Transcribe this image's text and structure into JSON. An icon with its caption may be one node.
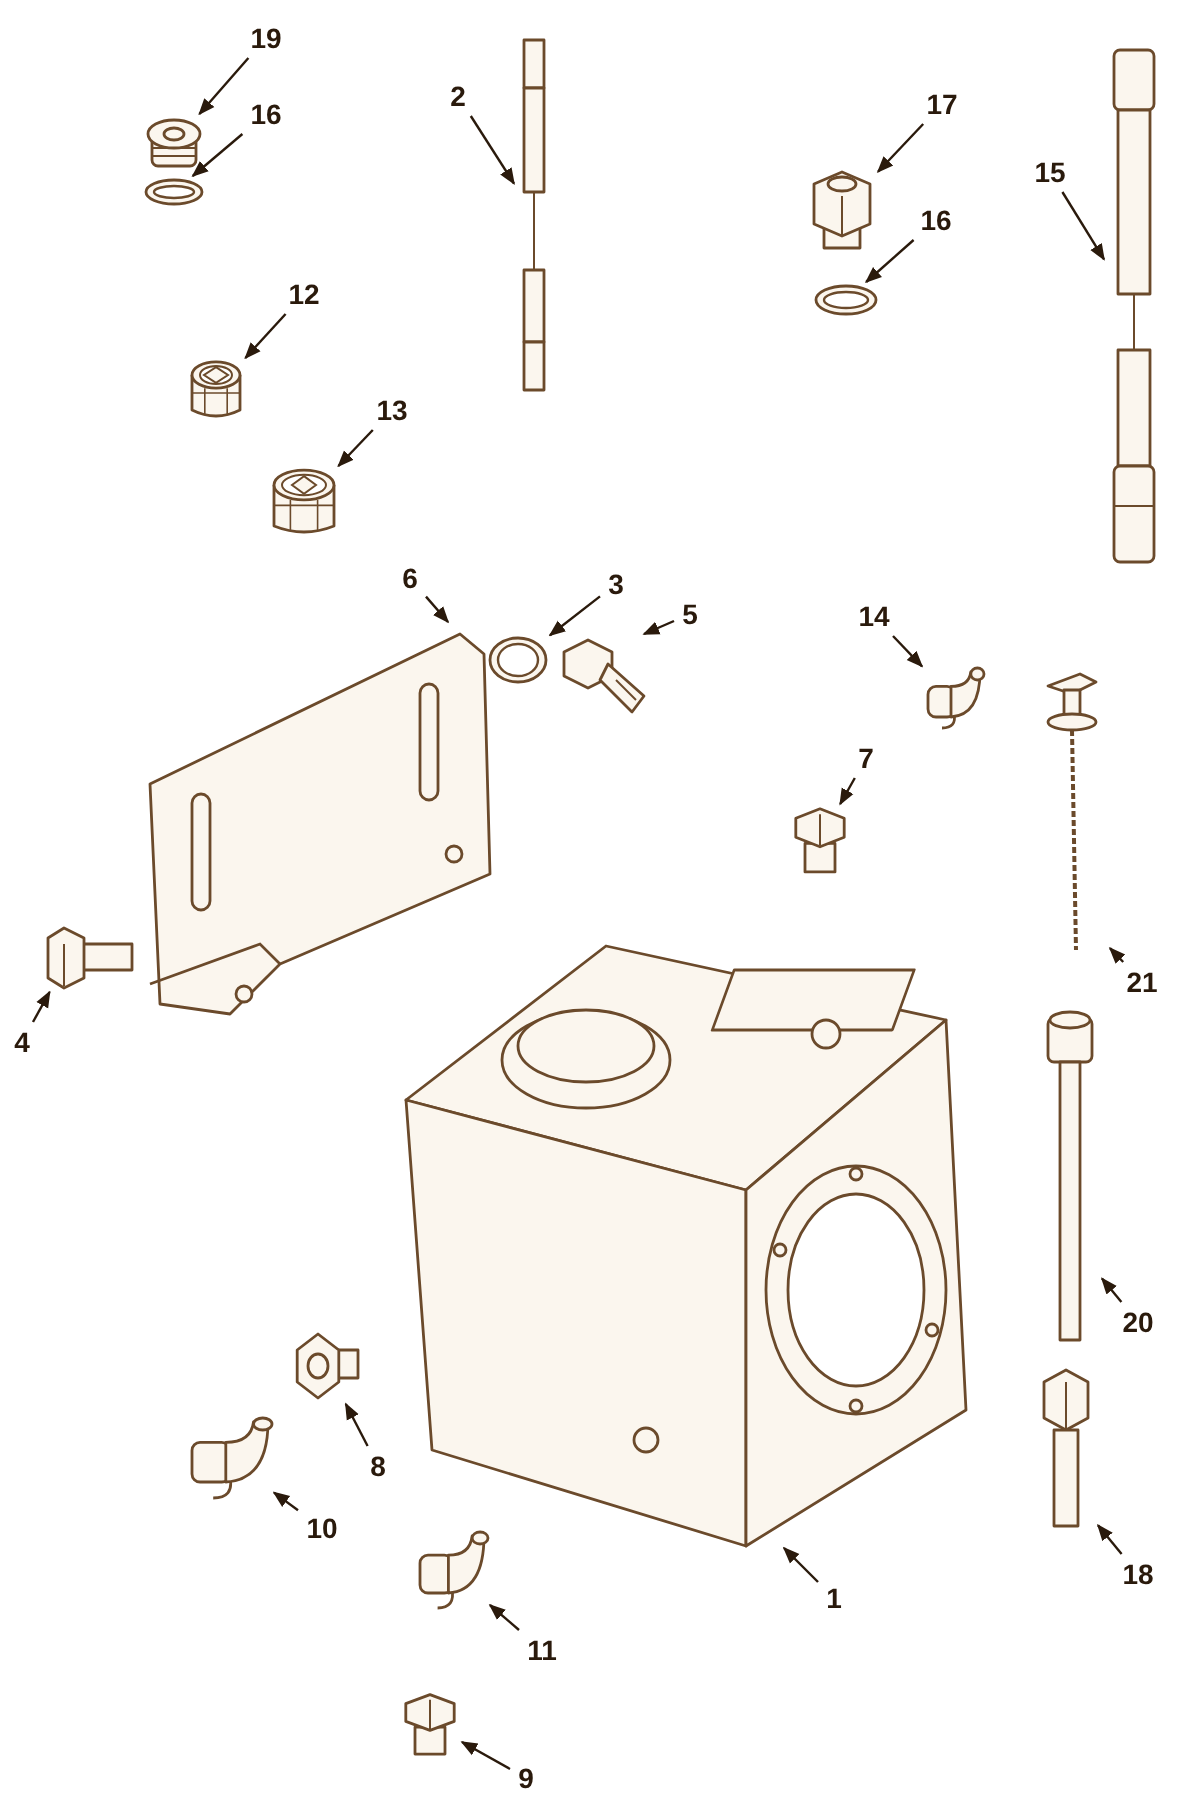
{
  "diagram": {
    "nodes": [
      {
        "text": [
          "19"
        ]
      },
      {
        "text": [],
        "shape": "picture"
      },
      {
        "text": [
          "16"
        ]
      },
      {
        "text": [],
        "shape": "picture"
      },
      {
        "text": [
          "2"
        ]
      },
      {
        "text": [],
        "shape": "picture"
      },
      {
        "text": [
          "17"
        ]
      },
      {
        "text": [],
        "shape": "picture"
      },
      {
        "text": [
          "16"
        ]
      },
      {
        "text": [],
        "shape": "picture"
      },
      {
        "text": [
          "15"
        ]
      },
      {
        "text": [],
        "shape": "picture"
      },
      {
        "text": [
          "12"
        ]
      },
      {
        "text": [],
        "shape": "picture"
      },
      {
        "text": [
          "13"
        ]
      },
      {
        "text": [],
        "shape": "picture"
      },
      {
        "text": [
          "6"
        ]
      },
      {
        "text": [],
        "shape": "picture"
      },
      {
        "text": [
          "3"
        ]
      },
      {
        "text": [],
        "shape": "picture"
      },
      {
        "text": [
          "5"
        ]
      },
      {
        "text": [],
        "shape": "picture"
      },
      {
        "text": [
          "14"
        ]
      },
      {
        "text": [],
        "shape": "picture"
      },
      {
        "text": [
          "7"
        ]
      },
      {
        "text": [],
        "shape": "picture"
      },
      {
        "text": [
          "4"
        ]
      },
      {
        "text": [],
        "shape": "picture"
      },
      {
        "text": [
          "21"
        ]
      },
      {
        "text": [],
        "shape": "picture"
      },
      {
        "text": [
          "20"
        ]
      },
      {
        "text": [],
        "shape": "picture"
      },
      {
        "text": [
          "1"
        ]
      },
      {
        "text": [],
        "shape": "picture"
      },
      {
        "text": [
          "8"
        ]
      },
      {
        "text": [],
        "shape": "picture"
      },
      {
        "text": [
          "10"
        ]
      },
      {
        "text": [],
        "shape": "picture"
      },
      {
        "text": [
          "11"
        ]
      },
      {
        "text": [],
        "shape": "picture"
      },
      {
        "text": [
          "18"
        ]
      },
      {
        "text": [],
        "shape": "picture"
      },
      {
        "text": [
          "9"
        ]
      },
      {
        "text": [],
        "shape": "picture"
      }
    ],
    "edges": [
      {
        "from": 0,
        "to": 1,
        "arrow": "to"
      },
      {
        "from": 2,
        "to": 3,
        "arrow": "to"
      },
      {
        "from": 4,
        "to": 5,
        "arrow": "to"
      },
      {
        "from": 6,
        "to": 7,
        "arrow": "to"
      },
      {
        "from": 8,
        "to": 9,
        "arrow": "to"
      },
      {
        "from": 10,
        "to": 11,
        "arrow": "to"
      },
      {
        "from": 12,
        "to": 13,
        "arrow": "to"
      },
      {
        "from": 14,
        "to": 15,
        "arrow": "to"
      },
      {
        "from": 16,
        "to": 17,
        "arrow": "to"
      },
      {
        "from": 18,
        "to": 19,
        "arrow": "to"
      },
      {
        "from": 20,
        "to": 21,
        "arrow": "to"
      },
      {
        "from": 22,
        "to": 23,
        "arrow": "to"
      },
      {
        "from": 24,
        "to": 25,
        "arrow": "to"
      },
      {
        "from": 26,
        "to": 27,
        "arrow": "to"
      },
      {
        "from": 28,
        "to": 29,
        "arrow": "to"
      },
      {
        "from": 30,
        "to": 31,
        "arrow": "to"
      },
      {
        "from": 32,
        "to": 33,
        "arrow": "to"
      },
      {
        "from": 34,
        "to": 35,
        "arrow": "to"
      },
      {
        "from": 36,
        "to": 37,
        "arrow": "to"
      },
      {
        "from": 38,
        "to": 39,
        "arrow": "to"
      },
      {
        "from": 40,
        "to": 41,
        "arrow": "to"
      },
      {
        "from": 42,
        "to": 43,
        "arrow": "to"
      }
    ]
  }
}
